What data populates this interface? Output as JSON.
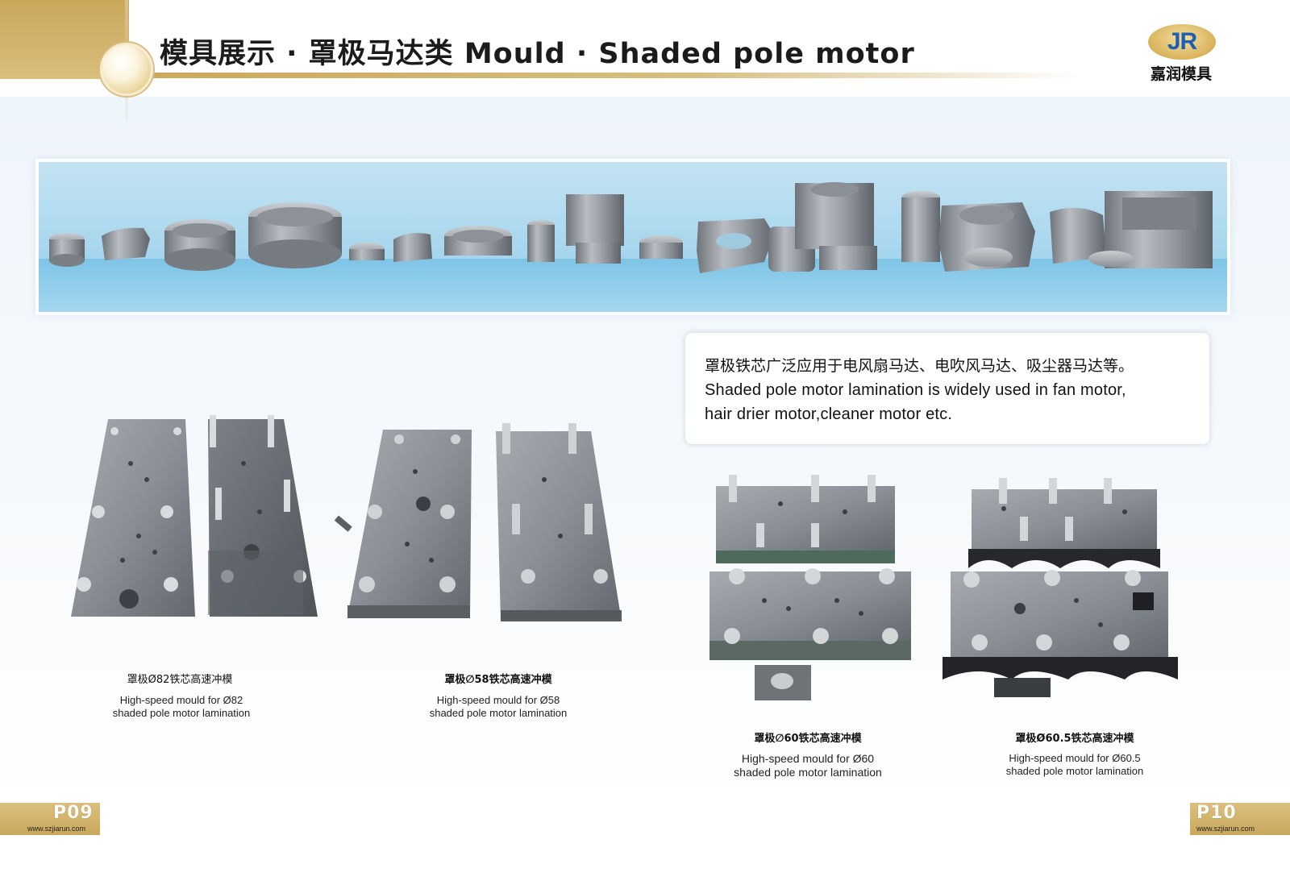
{
  "header": {
    "title": "模具展示 · 罩极马达类 Mould · Shaded pole motor",
    "logo_mark": "JR",
    "logo_text": "嘉润模具"
  },
  "banner": {
    "icon": "stator-core-lamination-parts"
  },
  "info": {
    "cn": "罩极铁芯广泛应用于电风扇马达、电吹风马达、吸尘器马达等。",
    "en_line1": "Shaded pole motor lamination is widely used in fan motor,",
    "en_line2": "hair drier motor,cleaner motor etc."
  },
  "products": [
    {
      "cn": "罩极Ø82铁芯高速冲模",
      "en_line1": "High-speed mould for Ø82",
      "en_line2": "shaded pole motor lamination"
    },
    {
      "cn": "罩极∅58铁芯高速冲模",
      "en_line1": "High-speed mould for Ø58",
      "en_line2": "shaded pole motor lamination"
    },
    {
      "cn": "罩极∅60铁芯高速冲模",
      "en_line1": "High-speed mould for Ø60",
      "en_line2": "shaded pole motor lamination"
    },
    {
      "cn": "罩极Ø60.5铁芯高速冲模",
      "en_line1": "High-speed mould for Ø60.5",
      "en_line2": "shaded pole motor lamination"
    }
  ],
  "footer": {
    "left_page": "P09",
    "right_page": "P10",
    "url": "www.szjiarun.com"
  },
  "colors": {
    "gold": "#c9a85c",
    "banner_blue": "#a9d7ee",
    "steel": "#8e9399"
  }
}
